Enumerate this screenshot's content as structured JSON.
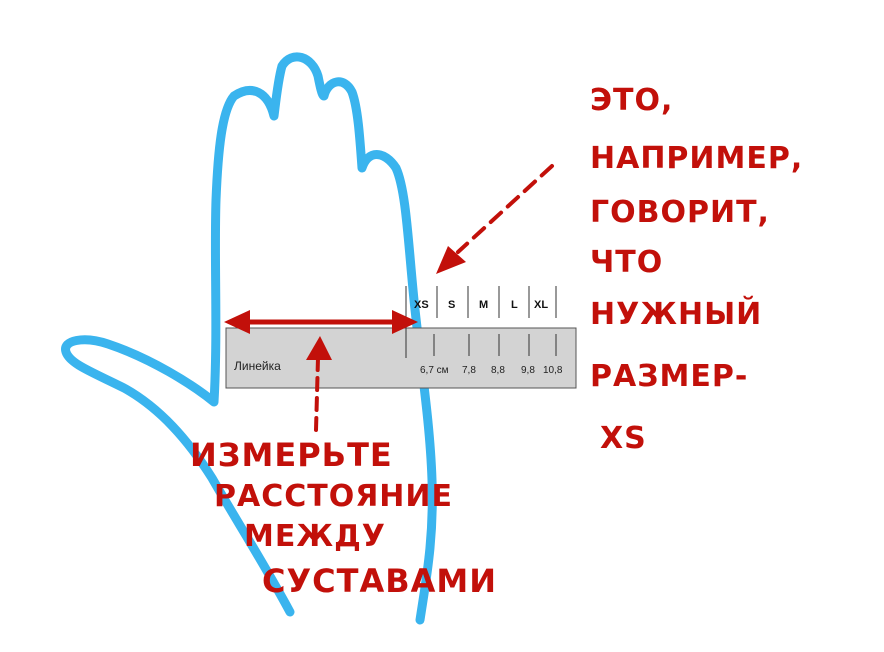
{
  "ruler": {
    "label": "Линейка",
    "sizes": [
      "XS",
      "S",
      "M",
      "L",
      "XL"
    ],
    "measurements": [
      "6,7 см",
      "7,8",
      "8,8",
      "9,8",
      "10,8"
    ]
  },
  "annotations": {
    "left_note": [
      "ИЗМЕРЬТЕ",
      "РАССТОЯНИЕ",
      "МЕЖДУ",
      "СУСТАВАМИ"
    ],
    "right_note": [
      "ЭТО,",
      "НАПРИМЕР,",
      "ГОВОРИТ,",
      "ЧТО",
      "НУЖНЫЙ",
      "РАЗМЕР-",
      "XS"
    ]
  },
  "colors": {
    "hand_outline": "#3ab4ee",
    "marker_red": "#c2100a",
    "ruler_fill": "#d3d3d3"
  }
}
